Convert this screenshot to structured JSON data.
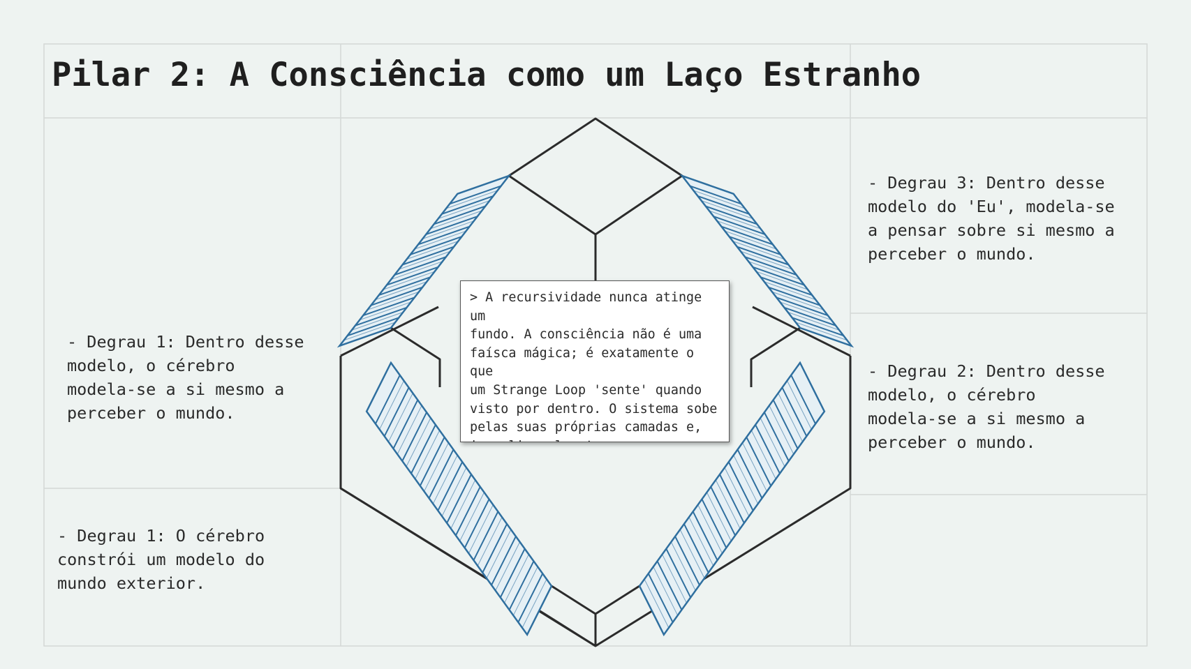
{
  "slide": {
    "title": "Pilar 2: A Consciência como um Laço Estranho",
    "notes": {
      "step1_outer": "- Degrau 1: O cérebro\nconstrói um modelo do\nmundo exterior.",
      "step1_inner": "- Degrau 1: Dentro desse\nmodelo, o cérebro\nmodela-se a si mesmo a\nperceber o mundo.",
      "step2": "- Degrau 2: Dentro desse\nmodelo, o cérebro\nmodela-se a si mesmo a\nperceber o mundo.",
      "step3": "- Degrau 3: Dentro desse\nmodelo do 'Eu', modela-se\na pensar sobre si mesmo a\nperceber o mundo."
    },
    "callout": "> A recursividade nunca atinge um\nfundo. A consciência não é uma\nfaísca mágica; é exatamente o que\num Strange Loop 'sente' quando\nvisto por dentro. O sistema sobe\npelas suas próprias camadas e,\ninexplicavelmente, regressa ao\nponto de partida."
  },
  "colors": {
    "background": "#eef3f1",
    "grid_line": "#d3d8d6",
    "structure_stroke": "#2b2b2b",
    "stair_stroke": "#2f6f9f",
    "stair_fill": "#e6f0f5"
  }
}
